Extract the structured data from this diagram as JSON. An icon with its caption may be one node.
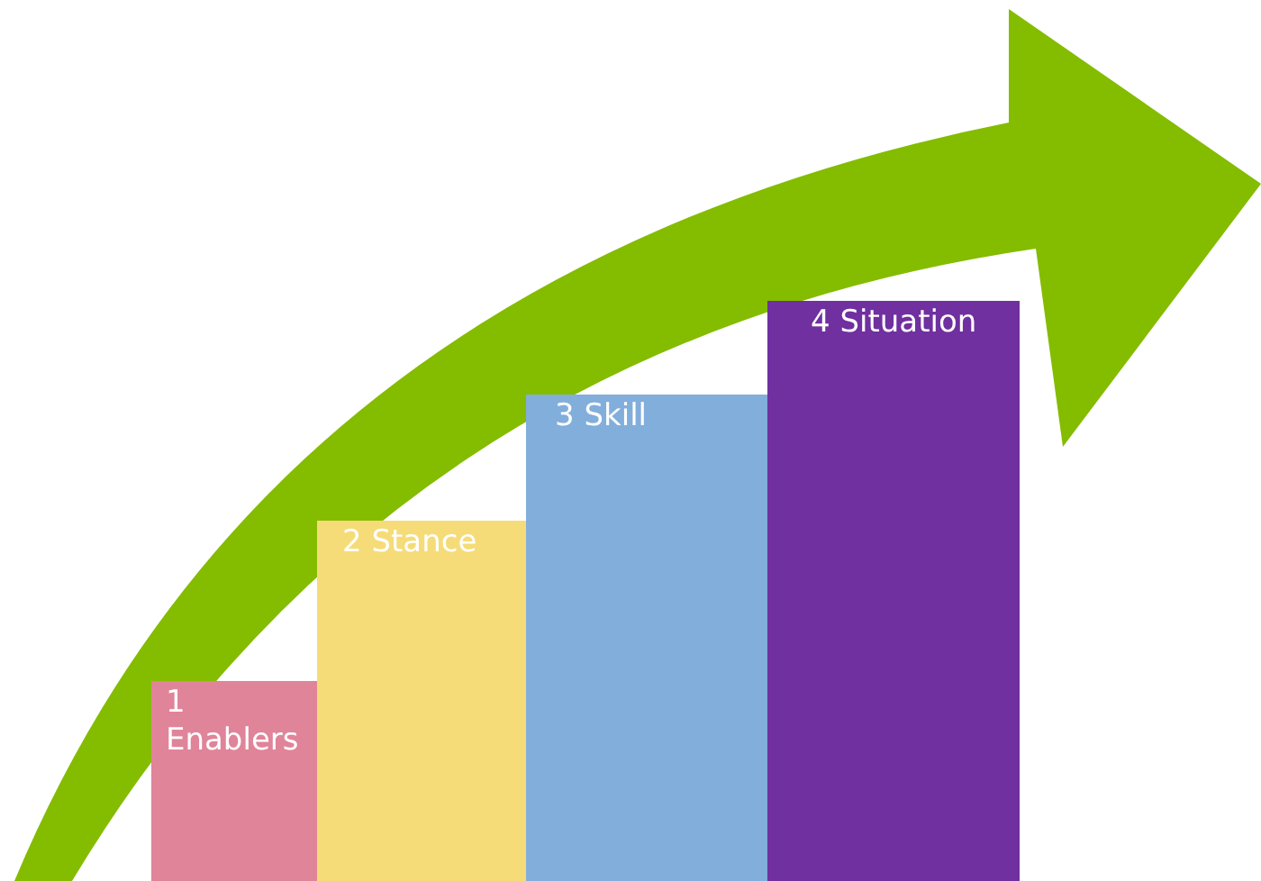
{
  "diagram": {
    "nodes": [
      {
        "text": [
          "1 Enablers"
        ]
      },
      {
        "text": [
          "2 Stance"
        ]
      },
      {
        "text": [
          "3 Skill"
        ]
      },
      {
        "text": [
          "4 Situation"
        ]
      }
    ]
  }
}
